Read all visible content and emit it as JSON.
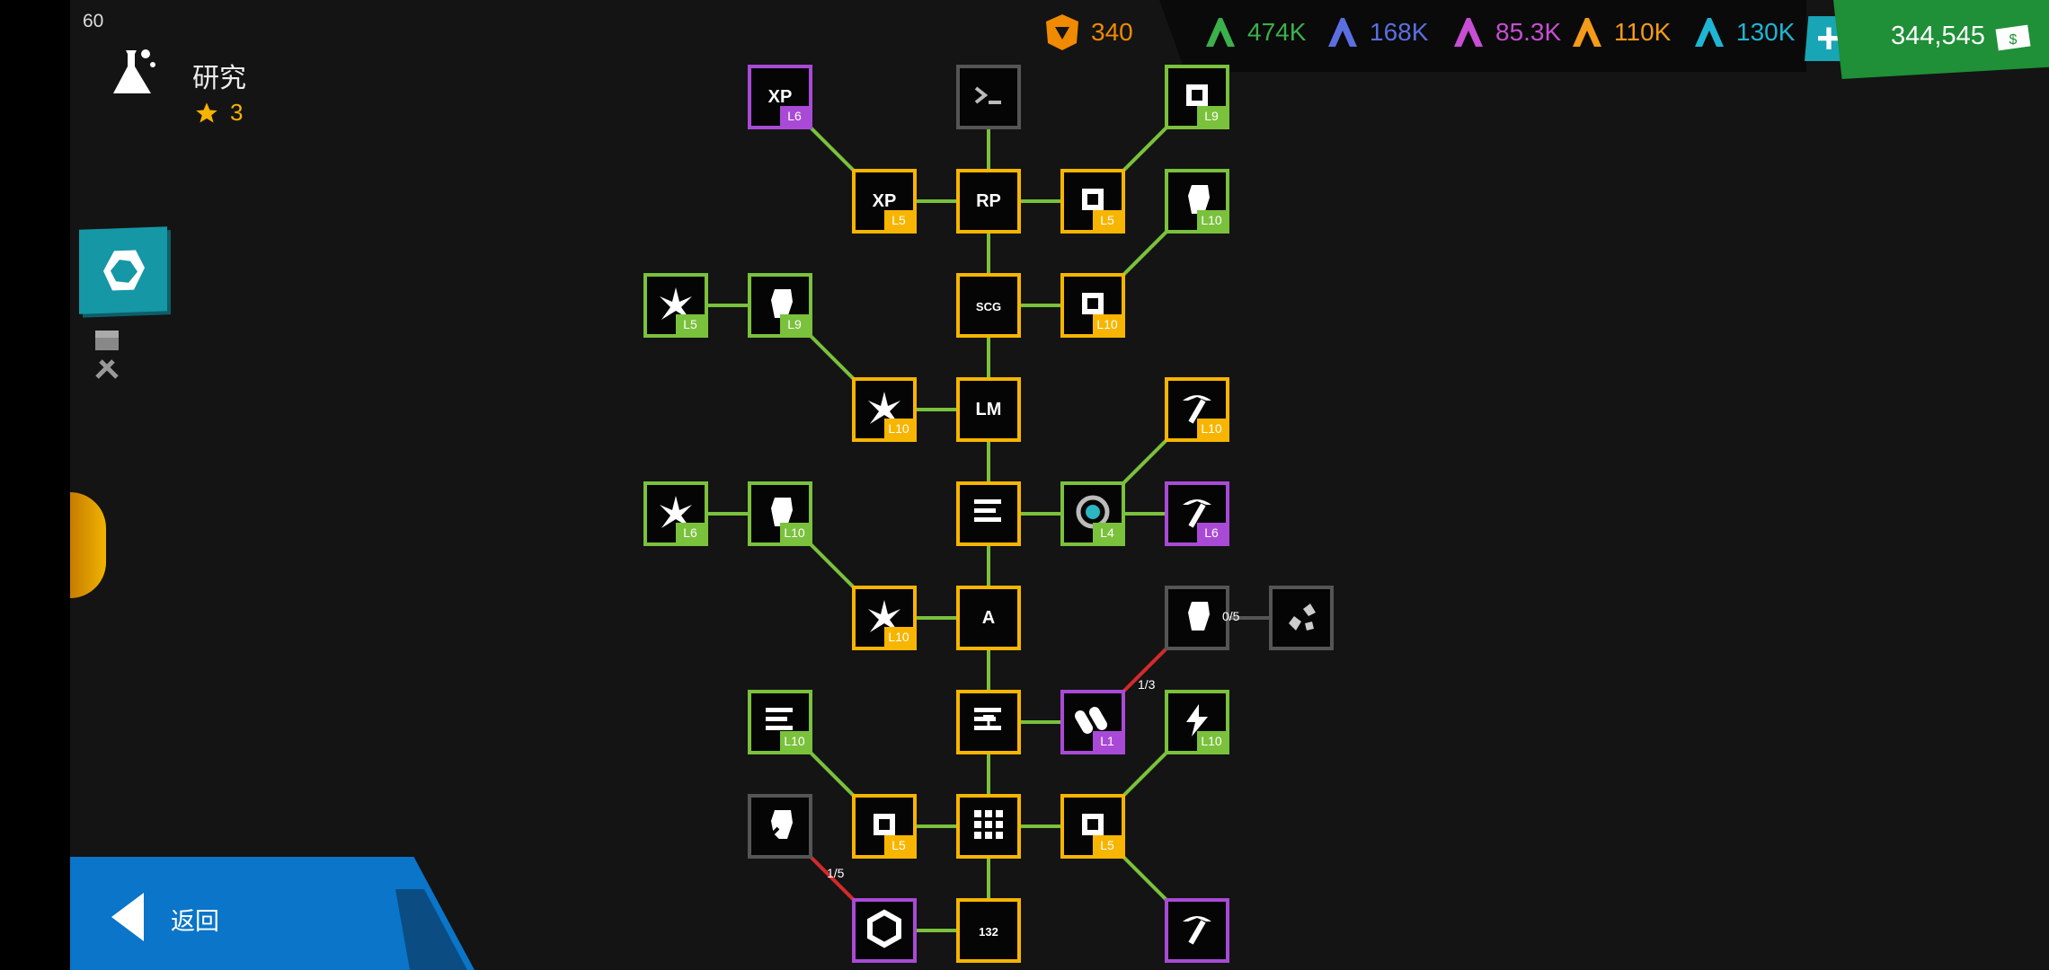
{
  "hud": {
    "fps": "60"
  },
  "header": {
    "title": "研究",
    "stars": "3"
  },
  "resources": {
    "premium": "340",
    "items": [
      {
        "name": "green-resource-icon",
        "value": "474K",
        "color": "#3cb04a"
      },
      {
        "name": "blue-resource-icon",
        "value": "168K",
        "color": "#5b6fe0"
      },
      {
        "name": "magenta-resource-icon",
        "value": "85.3K",
        "color": "#c64fd3"
      },
      {
        "name": "orange-resource-icon",
        "value": "110K",
        "color": "#f49b18"
      },
      {
        "name": "cyan-resource-icon",
        "value": "130K",
        "color": "#1fb5d4"
      }
    ],
    "cash": "344,545"
  },
  "nav": {
    "back_label": "返回"
  },
  "colors": {
    "researched": "#f7b500",
    "available": "#7ac13c",
    "rare": "#a94ad6",
    "locked": "#555555",
    "link": "#7ac13c",
    "locked_link": "#d32a2a"
  },
  "tree": {
    "nodes": [
      {
        "id": "xp-boost",
        "label": "XP",
        "level": "L6",
        "color": "purple",
        "icon": "xp-icon"
      },
      {
        "id": "console",
        "label": "",
        "level": "",
        "color": "grey",
        "icon": "terminal-icon"
      },
      {
        "id": "tool-speed-top",
        "label": "",
        "level": "L9",
        "color": "green",
        "icon": "tool-icon"
      },
      {
        "id": "xp-grid",
        "label": "XP",
        "level": "L5",
        "color": "orange",
        "icon": "xp-grid-icon"
      },
      {
        "id": "rp-core",
        "label": "RP",
        "level": "",
        "color": "orange",
        "icon": "rp-icon"
      },
      {
        "id": "pick-up",
        "label": "",
        "level": "L5",
        "color": "orange",
        "icon": "pickaxe-box-icon"
      },
      {
        "id": "fist-top-right",
        "label": "",
        "level": "L10",
        "color": "green",
        "icon": "fist-icon"
      },
      {
        "id": "spark-left",
        "label": "",
        "level": "L5",
        "color": "green",
        "icon": "burst-icon"
      },
      {
        "id": "fist-left-1",
        "label": "",
        "level": "L9",
        "color": "green",
        "icon": "fist-icon"
      },
      {
        "id": "scg-core",
        "label": "SCG",
        "level": "",
        "color": "orange",
        "icon": "scg-icon"
      },
      {
        "id": "tool-box",
        "label": "",
        "level": "L10",
        "color": "orange",
        "icon": "tool-box-icon"
      },
      {
        "id": "burst-orange",
        "label": "",
        "level": "L10",
        "color": "orange",
        "icon": "burst-icon"
      },
      {
        "id": "lm-core",
        "label": "LM",
        "level": "",
        "color": "orange",
        "icon": "lm-icon"
      },
      {
        "id": "hammer-right",
        "label": "",
        "level": "L10",
        "color": "orange",
        "icon": "hammer-icon"
      },
      {
        "id": "lightning-left",
        "label": "",
        "level": "L6",
        "color": "green",
        "icon": "lightning-burst-icon"
      },
      {
        "id": "fist-left-2",
        "label": "",
        "level": "L10",
        "color": "green",
        "icon": "fist-icon"
      },
      {
        "id": "stripe-core",
        "label": "",
        "level": "",
        "color": "orange",
        "icon": "stripe-icon"
      },
      {
        "id": "gear-orb",
        "label": "",
        "level": "L4",
        "color": "green",
        "icon": "gear-orb-icon"
      },
      {
        "id": "pickaxe-purple",
        "label": "",
        "level": "L6",
        "color": "purple",
        "icon": "pickaxe-icon"
      },
      {
        "id": "lightning-orange",
        "label": "",
        "level": "L10",
        "color": "orange",
        "icon": "lightning-burst-icon"
      },
      {
        "id": "a-core",
        "label": "A",
        "level": "",
        "color": "orange",
        "icon": "a-logo-icon"
      },
      {
        "id": "fist-grey",
        "label": "",
        "level": "",
        "color": "grey",
        "icon": "fist-icon",
        "progress": "1/3"
      },
      {
        "id": "rocks-grey",
        "label": "",
        "level": "",
        "color": "grey",
        "icon": "rocks-icon",
        "progress": "0/5"
      },
      {
        "id": "list-left",
        "label": "",
        "level": "L10",
        "color": "green",
        "icon": "list-icon"
      },
      {
        "id": "t-core",
        "label": "T",
        "level": "",
        "color": "orange",
        "icon": "t-list-icon"
      },
      {
        "id": "capsule-purple",
        "label": "",
        "level": "L1",
        "color": "purple",
        "icon": "capsule-icon"
      },
      {
        "id": "power-green",
        "label": "",
        "level": "L10",
        "color": "green",
        "icon": "power-icon"
      },
      {
        "id": "fist-x-grey",
        "label": "",
        "level": "",
        "color": "grey",
        "icon": "fist-x-icon",
        "progress": "1/5"
      },
      {
        "id": "box-orange-left",
        "label": "",
        "level": "L5",
        "color": "orange",
        "icon": "box-icon"
      },
      {
        "id": "grid-core",
        "label": "",
        "level": "",
        "color": "orange",
        "icon": "grid-icon"
      },
      {
        "id": "box-orange-right",
        "label": "",
        "level": "L5",
        "color": "orange",
        "icon": "box-icon"
      },
      {
        "id": "hex-purple",
        "label": "",
        "level": "",
        "color": "purple",
        "icon": "hex-icon"
      },
      {
        "id": "numbers-core",
        "label": "132",
        "level": "",
        "color": "orange",
        "icon": "numbers-icon"
      },
      {
        "id": "hammer-purple",
        "label": "",
        "level": "",
        "color": "purple",
        "icon": "hammer-icon"
      }
    ]
  }
}
